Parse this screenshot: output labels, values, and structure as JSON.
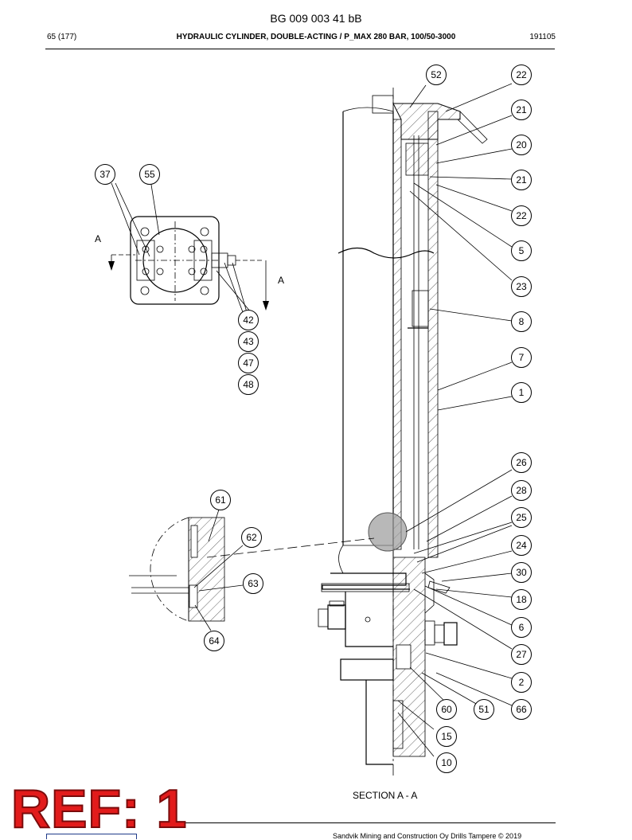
{
  "header": {
    "doc_id": "BG 009 003 41 bB",
    "page": "65 (177)",
    "title": "HYDRAULIC CYLINDER, DOUBLE-ACTING / P_MAX 280 BAR, 100/50-3000",
    "date": "191105"
  },
  "section_label": "SECTION A - A",
  "section_marks": [
    "A",
    "A"
  ],
  "ref_stamp": "REF: 1",
  "footer": "Sandvik Mining and Construction Oy Drills Tampere © 2019",
  "callouts": {
    "c52": "52",
    "c22a": "22",
    "c21a": "21",
    "c20": "20",
    "c21b": "21",
    "c22b": "22",
    "c5": "5",
    "c23": "23",
    "c8": "8",
    "c7": "7",
    "c1": "1",
    "c37": "37",
    "c55": "55",
    "c42": "42",
    "c43": "43",
    "c47": "47",
    "c48": "48",
    "c26": "26",
    "c28": "28",
    "c25": "25",
    "c24": "24",
    "c30": "30",
    "c18": "18",
    "c6": "6",
    "c27": "27",
    "c2": "2",
    "c66": "66",
    "c51": "51",
    "c60": "60",
    "c15": "15",
    "c10": "10",
    "c61": "61",
    "c62": "62",
    "c63": "63",
    "c64": "64"
  },
  "colors": {
    "stamp": "#e21b1b",
    "detail_highlight": "#9a9a9a"
  }
}
